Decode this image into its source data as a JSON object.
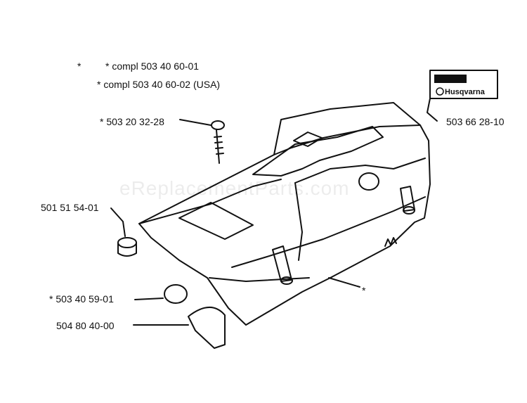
{
  "labels": {
    "compl_1": "*  compl 503 40 60-01",
    "compl_2": "*  compl 503 40 60-02 (USA)",
    "compl_bullet": "*",
    "screw": "*  503 20 32-28",
    "plug": "501 51 54-01",
    "cap": "*  503 40 59-01",
    "guard": "504 80 40-00",
    "decal": "503 66 28-10",
    "cover_marker": "*"
  },
  "decal_text": "Husqvarna",
  "watermark": "eReplacementParts.com"
}
